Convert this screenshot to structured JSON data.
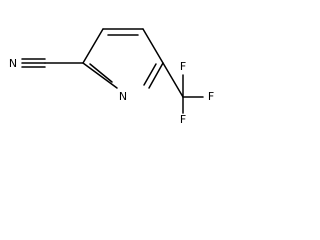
{
  "molecule": {
    "atoms": {
      "nitrile_n": "N",
      "ring_n": "N",
      "f_top": "F",
      "f_right": "F",
      "f_bottom": "F"
    }
  }
}
